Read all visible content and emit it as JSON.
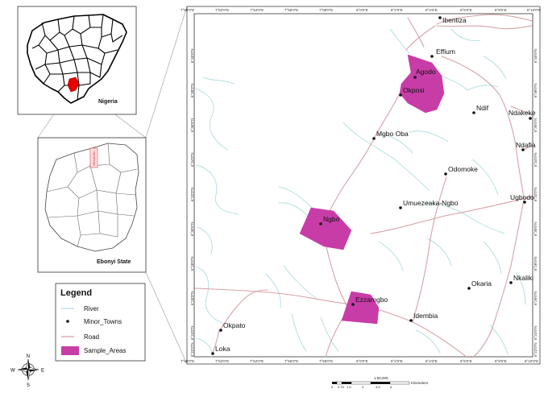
{
  "map": {
    "colors": {
      "sample_area": "#c83ca8",
      "road": "#d7a2a6",
      "river": "#b7e0e4",
      "town": "#111111"
    },
    "towns": [
      {
        "name": "Ibentiza"
      },
      {
        "name": "Effium"
      },
      {
        "name": "Agodo"
      },
      {
        "name": "Okposi"
      },
      {
        "name": "Ndif"
      },
      {
        "name": "Ndakeke"
      },
      {
        "name": "Mgbo Oba"
      },
      {
        "name": "Ndafia"
      },
      {
        "name": "Odomoke"
      },
      {
        "name": "Ugbodo"
      },
      {
        "name": "Umuezeaka-Ngbo"
      },
      {
        "name": "Ngbo"
      },
      {
        "name": "Okaria"
      },
      {
        "name": "Nkaliki"
      },
      {
        "name": "Ezzamgbo"
      },
      {
        "name": "Idembia"
      },
      {
        "name": "Okpato"
      },
      {
        "name": "Loka"
      }
    ],
    "top_ticks": [
      "7°50'0\"E",
      "7°52'0\"E",
      "7°54'0\"E",
      "7°56'0\"E",
      "7°58'0\"E",
      "8°0'0\"E",
      "8°2'0\"E",
      "8°4'0\"E",
      "8°6'0\"E",
      "8°8'0\"E",
      "8°10'0\"E"
    ],
    "bottom_ticks": [
      "7°50'0\"E",
      "7°52'0\"E",
      "7°54'0\"E",
      "7°56'0\"E",
      "7°58'0\"E",
      "8°0'0\"E",
      "8°2'0\"E",
      "8°4'0\"E",
      "8°6'0\"E",
      "8°8'0\"E",
      "8°10'0\"E"
    ],
    "left_ticks": [
      "6°40'0\"N",
      "6°38'0\"N",
      "6°36'0\"N",
      "6°34'0\"N",
      "6°32'0\"N",
      "6°30'0\"N",
      "6°28'0\"N",
      "6°26'0\"N",
      "6°24'0\"N",
      "6°22'0\"N"
    ],
    "right_ticks": [
      "6°40'0\"N",
      "6°38'0\"N",
      "6°36'0\"N",
      "6°34'0\"N",
      "6°32'0\"N",
      "6°30'0\"N",
      "6°28'0\"N",
      "6°26'0\"N",
      "6°24'0\"N",
      "6°22'0\"N"
    ],
    "scale": {
      "ratio": "1:50,000",
      "unit": "Kilometers",
      "numbers": [
        "0",
        "0.75",
        "1.5",
        "3",
        "4.5",
        "6"
      ]
    }
  },
  "insets": {
    "nigeria_label": "Nigeria",
    "ebonyi_label": "Ebonyi State",
    "lga_label": "OHAUKWU"
  },
  "legend": {
    "title": "Legend",
    "items": [
      {
        "label": "River"
      },
      {
        "label": "Minor_Towns"
      },
      {
        "label": "Road"
      },
      {
        "label": "Sample_Areas"
      }
    ]
  },
  "compass": {
    "n": "N",
    "s": "S",
    "e": "E",
    "w": "W"
  }
}
